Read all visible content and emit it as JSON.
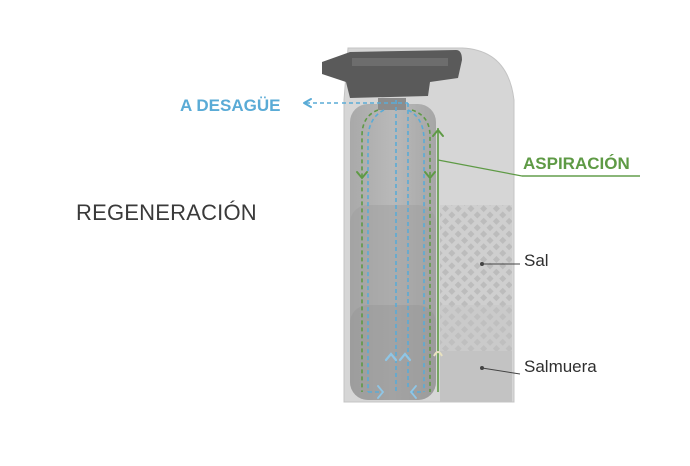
{
  "title": "REGENERACIÓN",
  "labels": {
    "drain": "A DESAGÜE",
    "suction": "ASPIRACIÓN",
    "salt": "Sal",
    "brine": "Salmuera"
  },
  "colors": {
    "drain_flow": "#5aabd6",
    "suction_flow": "#5e9a45",
    "cabinet": "#d2d2d2",
    "tank": "#b0b0b0",
    "valve_head": "#555555",
    "text": "#3a3a3a"
  },
  "icons": {
    "drain_arrow": "arrow-left",
    "flow_arrows": "chevron"
  }
}
